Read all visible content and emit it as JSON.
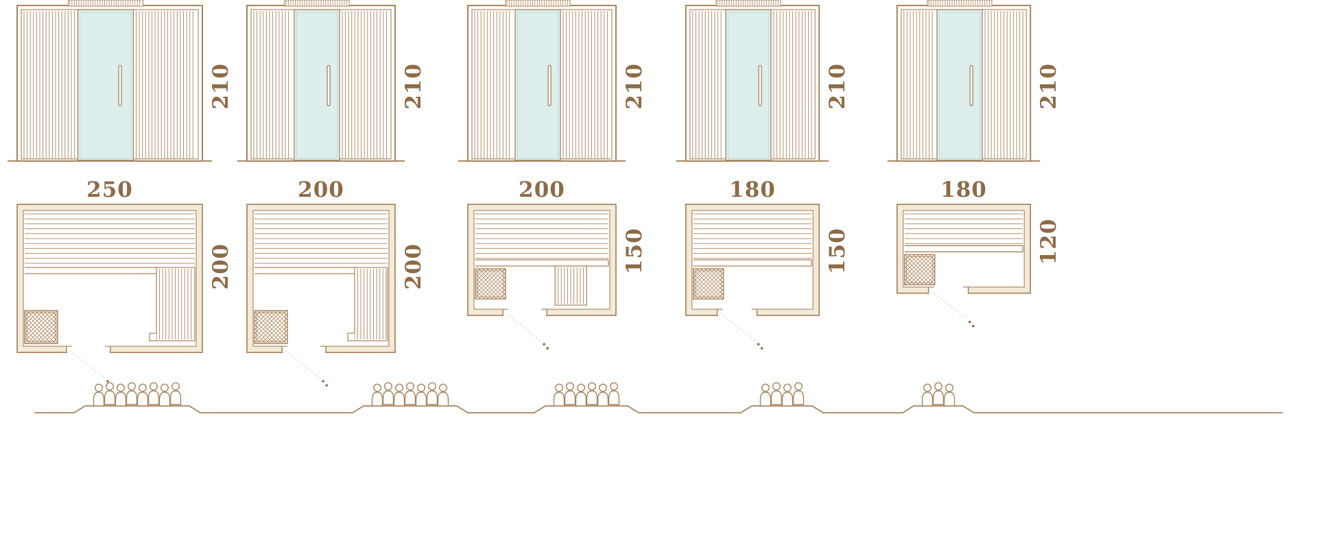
{
  "colors": {
    "line": "#a6835e",
    "slat": "#b3906a",
    "label": "#8d6b46",
    "glass": "#ddeeec",
    "glass_edge": "#bfdcd7",
    "wall_fill": "#f3ead7",
    "swing": "#b9d8d2",
    "white": "#ffffff"
  },
  "saunas": [
    {
      "name": "sauna-250x200",
      "width_cm": 250,
      "depth_cm": 200,
      "height_cm": 210,
      "capacity": 8,
      "bench_layout": "L"
    },
    {
      "name": "sauna-200x200",
      "width_cm": 200,
      "depth_cm": 200,
      "height_cm": 210,
      "capacity": 7,
      "bench_layout": "L"
    },
    {
      "name": "sauna-200x150",
      "width_cm": 200,
      "depth_cm": 150,
      "height_cm": 210,
      "capacity": 6,
      "bench_layout": "step"
    },
    {
      "name": "sauna-180x150",
      "width_cm": 180,
      "depth_cm": 150,
      "height_cm": 210,
      "capacity": 4,
      "bench_layout": "straight"
    },
    {
      "name": "sauna-180x120",
      "width_cm": 180,
      "depth_cm": 120,
      "height_cm": 210,
      "capacity": 3,
      "bench_layout": "straight"
    }
  ]
}
